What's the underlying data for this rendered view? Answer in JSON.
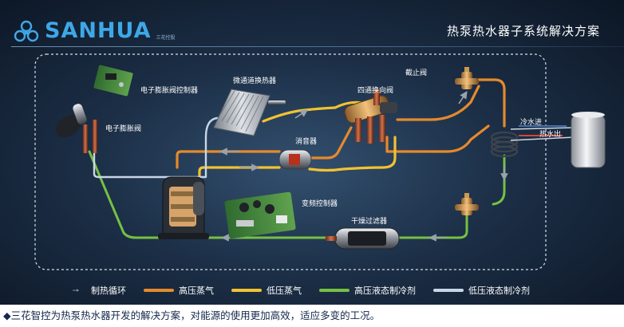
{
  "header": {
    "brand": "SANHUA",
    "brand_sub": "三花控股",
    "title": "热泵热水器子系统解决方案"
  },
  "labels": {
    "eev_controller": "电子膨胀阀控制器",
    "microchannel_hx": "微通道换热器",
    "four_way_valve": "四通换向阀",
    "stop_valve": "截止阀",
    "eev": "电子膨胀阀",
    "muffler": "消音器",
    "cold_water_in": "冷水进",
    "hot_water_out": "热水出",
    "inverter_controller": "变频控制器",
    "filter_drier": "干燥过滤器"
  },
  "legend": [
    {
      "icon": "arrow-icon",
      "color": "#9aa3ad",
      "label": "制热循环"
    },
    {
      "icon": "line-swatch",
      "color": "#e58a2c",
      "label": "高压蒸气"
    },
    {
      "icon": "line-swatch",
      "color": "#f1c232",
      "label": "低压蒸气"
    },
    {
      "icon": "line-swatch",
      "color": "#76c043",
      "label": "高压液态制冷剂"
    },
    {
      "icon": "line-swatch",
      "color": "#c8d6e6",
      "label": "低压液态制冷剂"
    }
  ],
  "footer": {
    "text": "◆三花智控为热泵热水器开发的解决方案，对能源的使用更加高效，适应多变的工况。"
  },
  "colors": {
    "high_pressure_vapor": "#e58a2c",
    "low_pressure_vapor": "#f1c232",
    "high_pressure_liquid": "#76c043",
    "low_pressure_liquid": "#c8d6e6",
    "brand": "#3fa7e6"
  }
}
